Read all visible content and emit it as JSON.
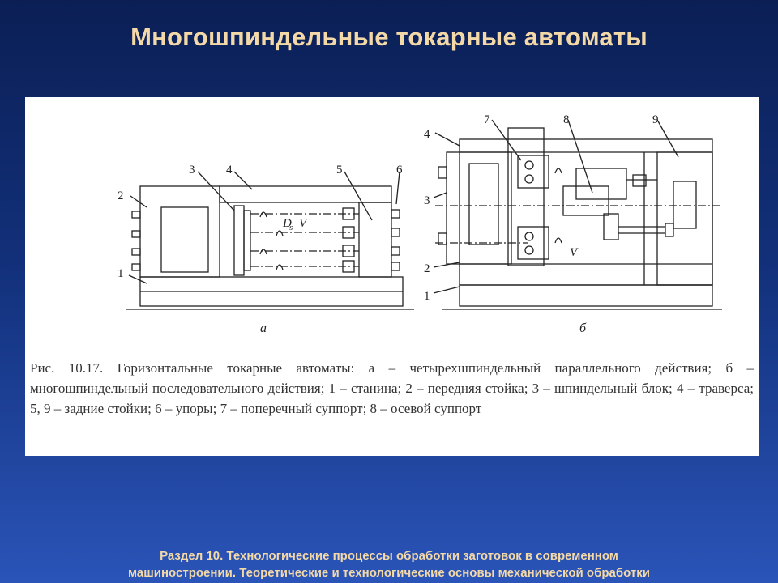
{
  "slide": {
    "title": "Многошпиндельные токарные автоматы",
    "footer_line1": "Раздел 10. Технологические процессы обработки заготовок в современном",
    "footer_line2": "машиностроении. Теоретические и технологические основы механической обработки"
  },
  "figure": {
    "left": {
      "label": "а",
      "callouts": [
        "1",
        "2",
        "3",
        "4",
        "5",
        "6"
      ],
      "symbols": {
        "d": "D",
        "s": "s",
        "v": "V"
      }
    },
    "right": {
      "label": "б",
      "callouts": [
        "1",
        "2",
        "3",
        "4",
        "7",
        "8",
        "9"
      ],
      "symbols": {
        "v": "V"
      }
    },
    "caption": "Рис. 10.17. Горизонтальные токарные автоматы: а – четырехшпиндельный параллельного действия; б – многошпиндельный последовательного действия; 1 – станина; 2 – передняя стойка; 3 – шпиндельный блок; 4 – траверса; 5, 9 – задние стойки; 6 – упоры; 7 – поперечный суппорт; 8 – осевой суппорт"
  },
  "colors": {
    "background_top": "#0b1f55",
    "background_bottom": "#2a54b8",
    "title_text": "#f4d9a8",
    "panel": "#ffffff"
  }
}
